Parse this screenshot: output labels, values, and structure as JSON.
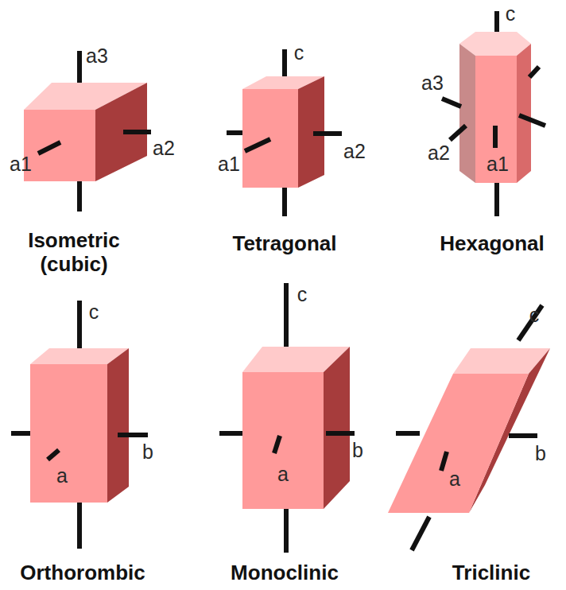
{
  "diagram": {
    "labels": [
      "a3",
      "a1",
      "a2",
      "c",
      "a1",
      "a2",
      "c",
      "a3",
      "a2",
      "a1",
      "c",
      "a",
      "b",
      "c",
      "a",
      "b",
      "c",
      "a",
      "b",
      "Isometric (cubic)",
      "Tetragonal",
      "Hexagonal",
      "Orthorombic",
      "Monoclinic",
      "Triclinic"
    ]
  }
}
